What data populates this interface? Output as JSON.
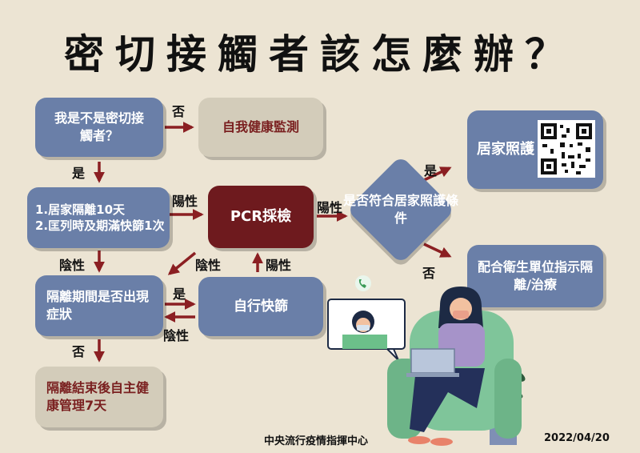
{
  "title": "密切接觸者該怎麼辦？",
  "nodes": {
    "q_contact": "我是不是密切接觸者？",
    "self_monitor": "自我健康監測",
    "quarantine_line1": "1.居家隔離10天",
    "quarantine_line2": "2.匡列時及期滿快篩1次",
    "pcr": "PCR採檢",
    "home_care_q": "是否符合居家照護條件",
    "home_care": "居家照護",
    "follow_instructions": "配合衛生單位指示隔離/治療",
    "symptoms_q": "隔離期間是否出現症狀",
    "rapid_test": "自行快篩",
    "end_quarantine": "隔離結束後自主健康管理7天"
  },
  "edge_labels": {
    "no_1": "否",
    "yes_1": "是",
    "positive_1": "陽性",
    "positive_2": "陽性",
    "negative_1": "陰性",
    "negative_2": "陰性",
    "positive_3": "陽性",
    "yes_2": "是",
    "no_2": "否",
    "yes_3": "是",
    "negative_3": "陰性",
    "no_3": "否"
  },
  "footer": {
    "agency": "中央流行疫情指揮中心",
    "date": "2022/04/20"
  },
  "colors": {
    "node_blue": "#6a7fa8",
    "node_beige": "#d3ccba",
    "node_dark_red": "#6e1a1e",
    "arrow": "#8b1f22",
    "background": "#ece4d3"
  }
}
